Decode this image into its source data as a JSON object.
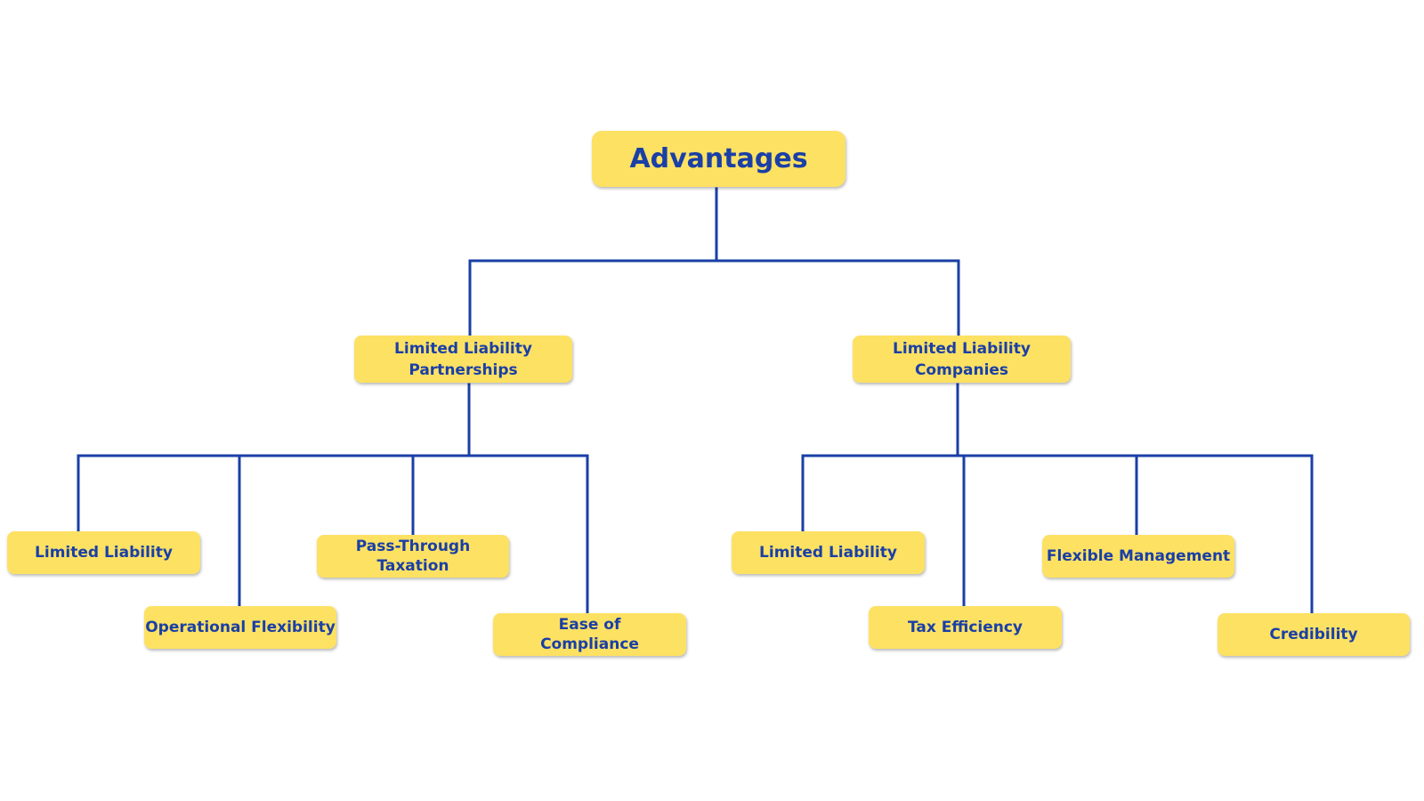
{
  "diagram": {
    "root": {
      "label": "Advantages"
    },
    "branches": [
      {
        "label": "Limited Liability\nPartnerships",
        "children": [
          "Limited Liability",
          "Operational Flexibility",
          "Pass-Through\nTaxation",
          "Ease of\nCompliance"
        ]
      },
      {
        "label": "Limited Liability\nCompanies",
        "children": [
          "Limited Liability",
          "Tax Efficiency",
          "Flexible Management",
          "Credibility"
        ]
      }
    ]
  },
  "colors": {
    "node_fill": "#fde163",
    "text": "#1a3fa6",
    "connector": "#1a3fa6"
  }
}
